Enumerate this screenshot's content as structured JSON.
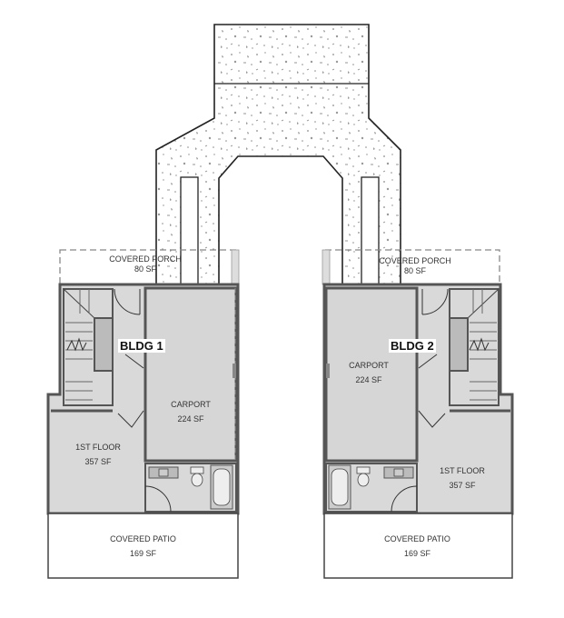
{
  "plan": {
    "buildings": [
      {
        "name": "BLDG 1",
        "rooms": {
          "covered_porch": {
            "label": "COVERED PORCH",
            "area": "80 SF"
          },
          "carport": {
            "label": "CARPORT",
            "area": "224 SF"
          },
          "first_floor": {
            "label": "1ST FLOOR",
            "area": "357 SF"
          },
          "covered_patio": {
            "label": "COVERED PATIO",
            "area": "169 SF"
          }
        }
      },
      {
        "name": "BLDG 2",
        "rooms": {
          "covered_porch": {
            "label": "COVERED PORCH",
            "area": "80 SF"
          },
          "carport": {
            "label": "CARPORT",
            "area": "224 SF"
          },
          "first_floor": {
            "label": "1ST FLOOR",
            "area": "357 SF"
          },
          "covered_patio": {
            "label": "COVERED PATIO",
            "area": "169 SF"
          }
        }
      }
    ],
    "colors": {
      "wall": "#555555",
      "floor": "#d9d9d9",
      "line": "#222222",
      "stipple": "#8a8a8a"
    }
  }
}
